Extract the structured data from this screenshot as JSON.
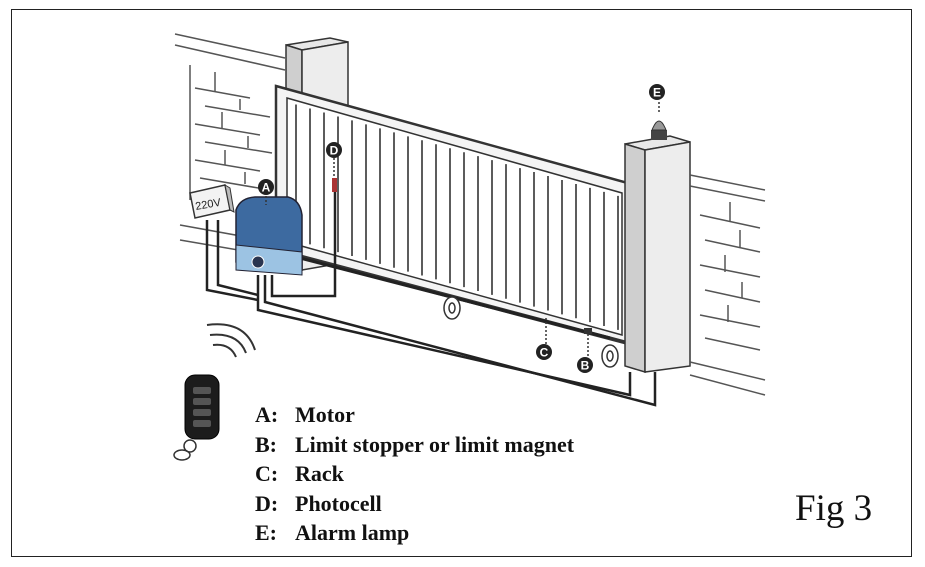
{
  "figure": {
    "caption": "Fig 3",
    "voltage_label": "220V",
    "markers": [
      "A",
      "B",
      "C",
      "D",
      "E"
    ],
    "legend": [
      {
        "key": "A:",
        "text": "Motor"
      },
      {
        "key": "B:",
        "text": "Limit stopper or limit magnet"
      },
      {
        "key": "C:",
        "text": "Rack"
      },
      {
        "key": "D:",
        "text": "Photocell"
      },
      {
        "key": "E:",
        "text": "Alarm lamp"
      }
    ]
  },
  "colors": {
    "motor_body": "#3d6aa0",
    "motor_base": "#9cc3e3",
    "line": "#222222",
    "wall": "#666666"
  }
}
